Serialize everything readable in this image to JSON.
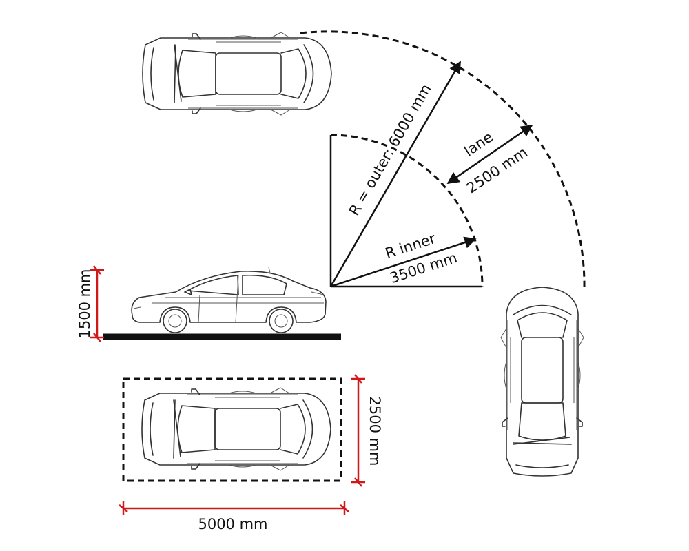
{
  "labels": {
    "outer_radius": "R = outer: 6000 mm",
    "lane_title": "lane",
    "lane_value": "2500 mm",
    "inner_title": "R  inner",
    "inner_value": "3500 mm",
    "car_height": "1500 mm",
    "space_width": "2500 mm",
    "space_length": "5000 mm"
  },
  "colors": {
    "dimension_red": "#d01818",
    "line_black": "#111111"
  },
  "icons": [
    "car-top-view-icon",
    "car-side-view-icon",
    "arrow-icon"
  ]
}
